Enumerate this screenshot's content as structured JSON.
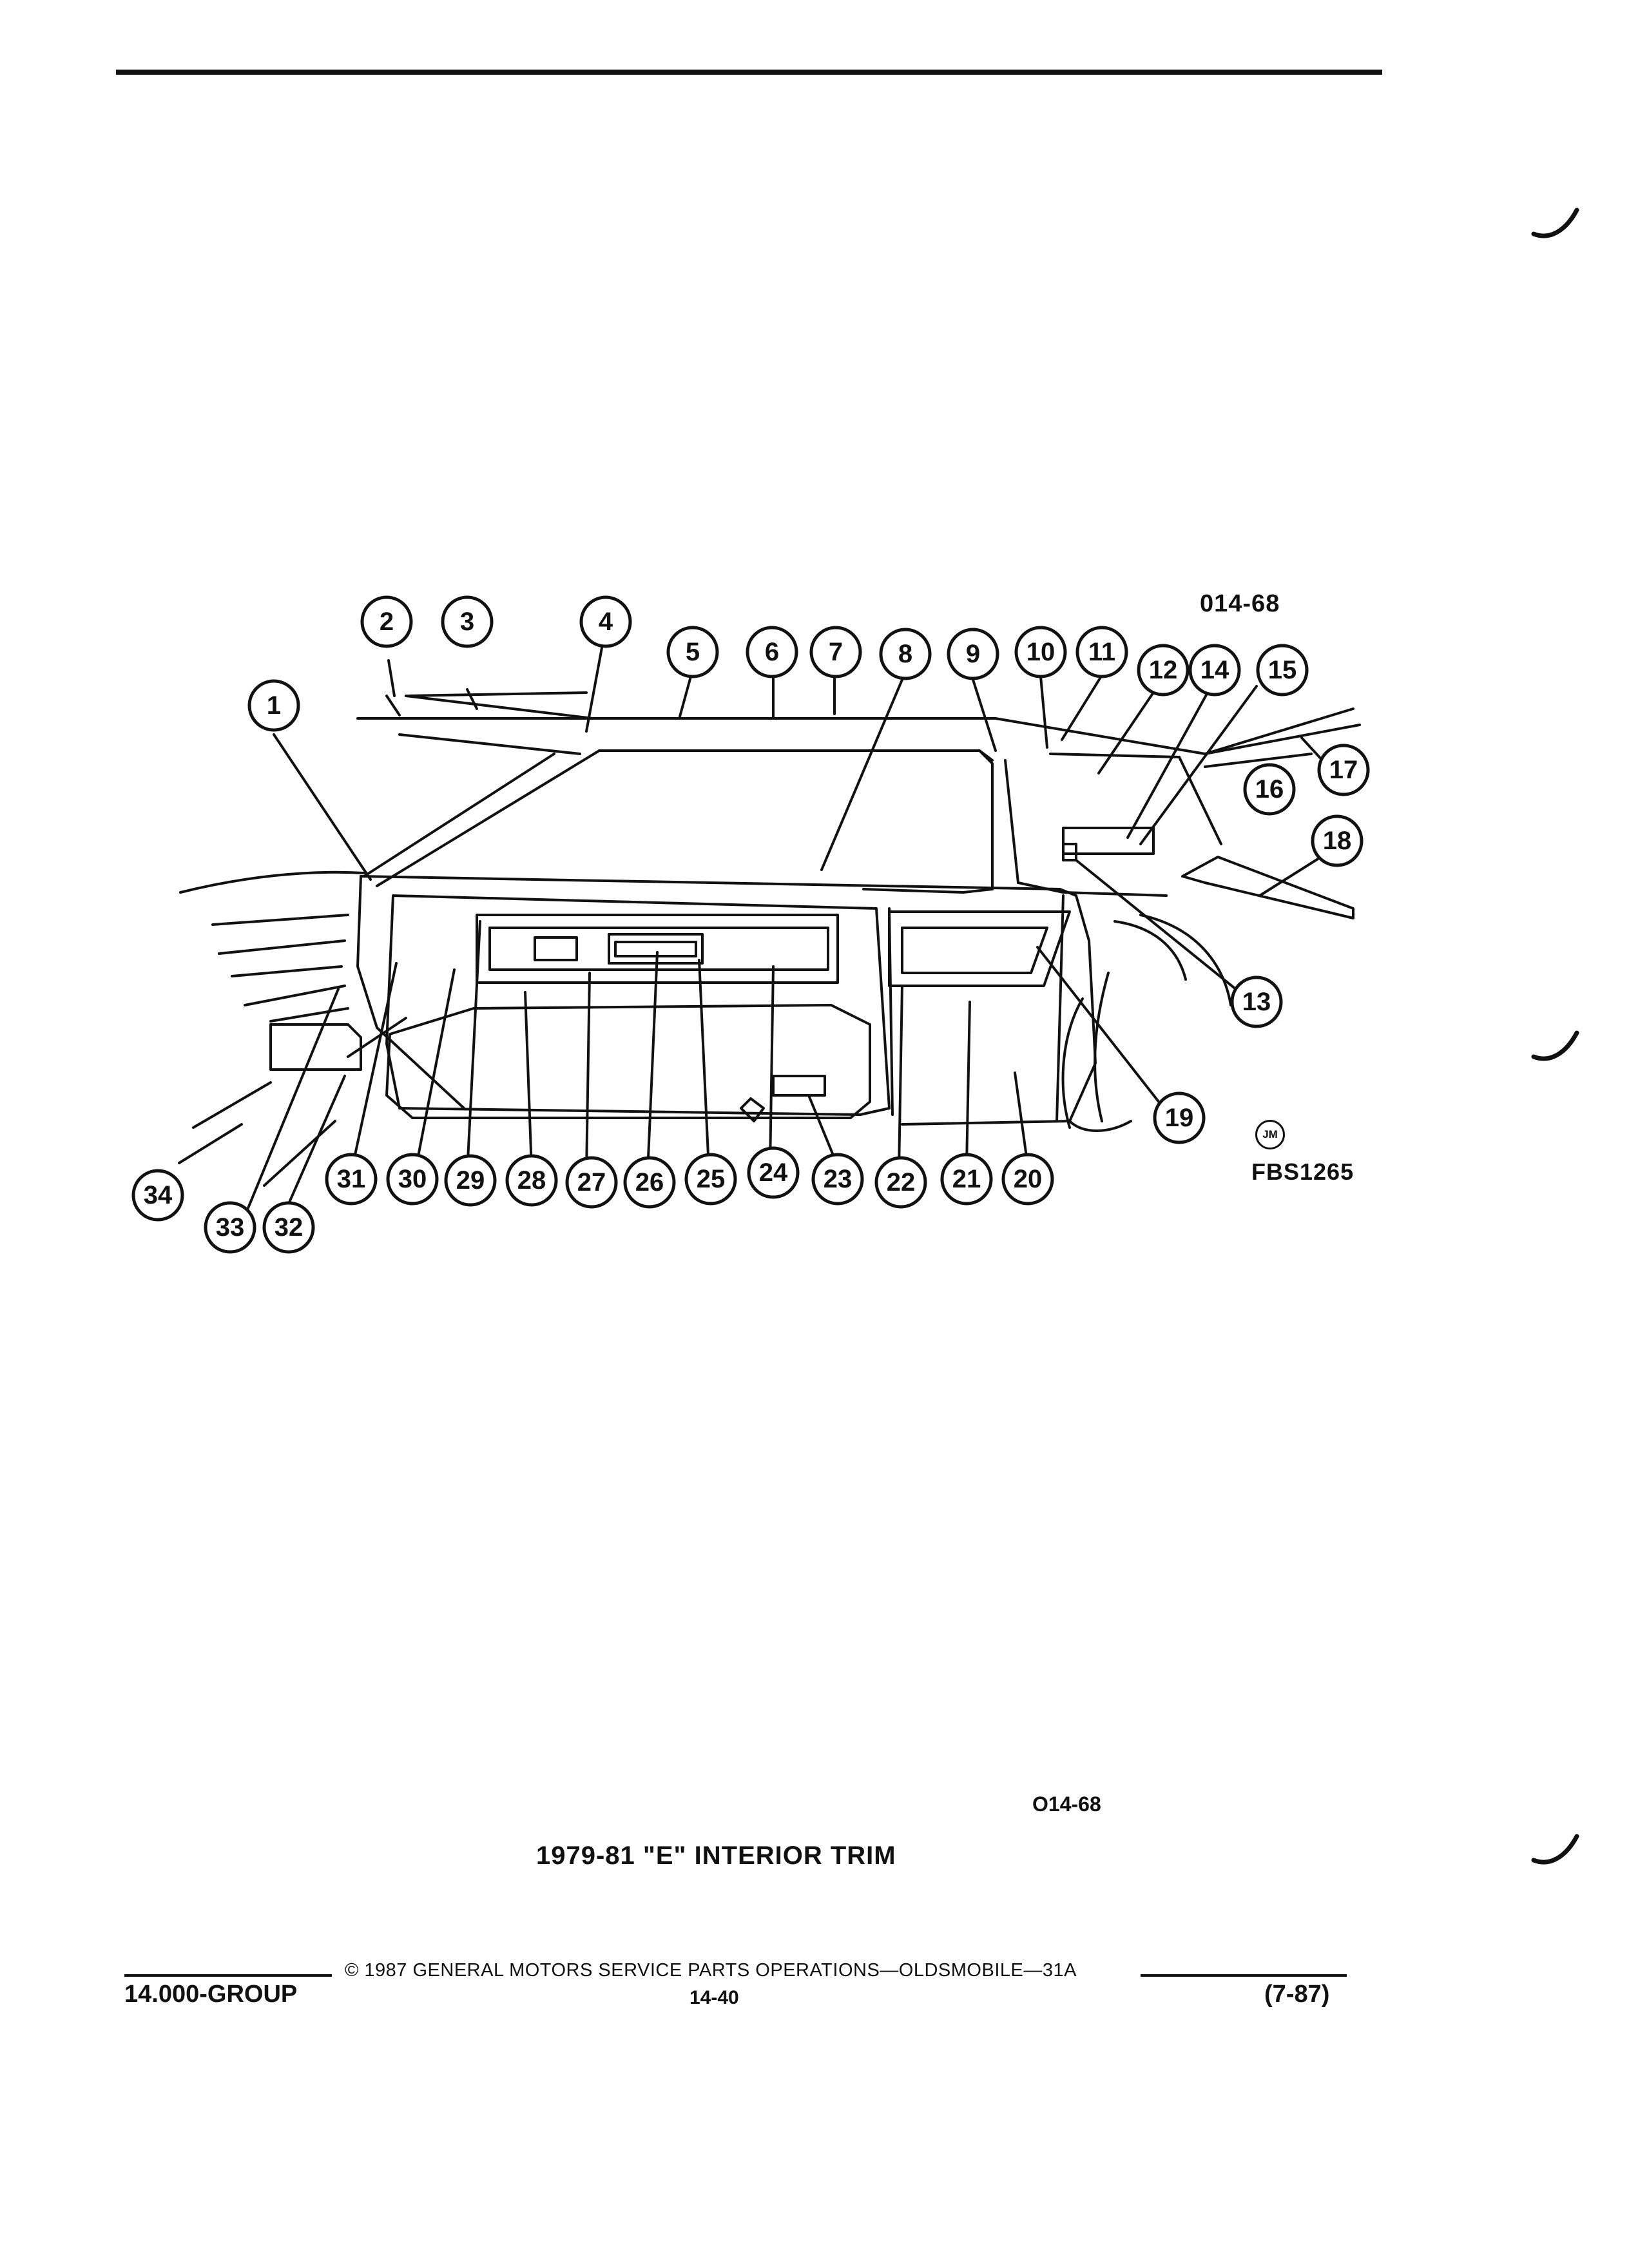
{
  "figure": {
    "code_top": "014-68",
    "code_bottom": "O14-68",
    "illustration_id": "FBS1265",
    "artist_mark": "JM",
    "caption": "1979-81 \"E\" INTERIOR TRIM"
  },
  "callouts": [
    "1",
    "2",
    "3",
    "4",
    "5",
    "6",
    "7",
    "8",
    "9",
    "10",
    "11",
    "12",
    "13",
    "14",
    "15",
    "16",
    "17",
    "18",
    "19",
    "20",
    "21",
    "22",
    "23",
    "24",
    "25",
    "26",
    "27",
    "28",
    "29",
    "30",
    "31",
    "32",
    "33",
    "34"
  ],
  "footer": {
    "copyright": "© 1987 GENERAL MOTORS SERVICE PARTS OPERATIONS—OLDSMOBILE—31A",
    "group": "14.000-GROUP",
    "page": "14-40",
    "date": "(7-87)"
  }
}
